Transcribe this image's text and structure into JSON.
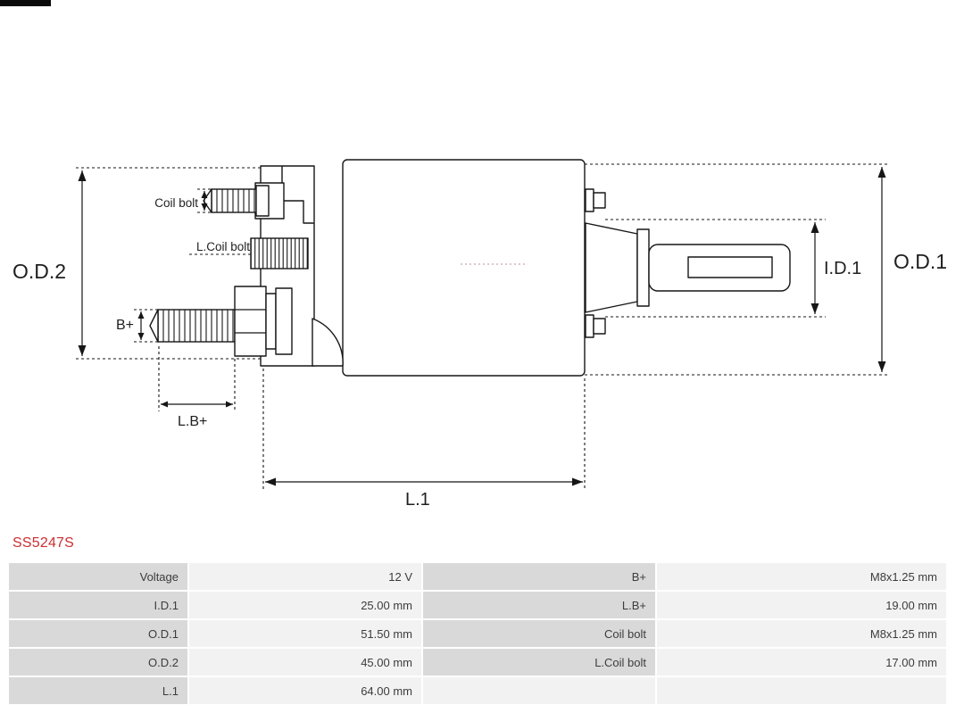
{
  "part": {
    "number": "SS5247S"
  },
  "diagram": {
    "labels": {
      "od2": "O.D.2",
      "od1": "O.D.1",
      "id1": "I.D.1",
      "l1": "L.1",
      "l_b_plus": "L.B+",
      "b_plus": "B+",
      "coil_bolt": "Coil bolt",
      "l_coil_bolt": "L.Coil bolt"
    }
  },
  "specs": {
    "rows": [
      [
        "Voltage",
        "12 V",
        "B+",
        "M8x1.25 mm"
      ],
      [
        "I.D.1",
        "25.00 mm",
        "L.B+",
        "19.00 mm"
      ],
      [
        "O.D.1",
        "51.50 mm",
        "Coil bolt",
        "M8x1.25 mm"
      ],
      [
        "O.D.2",
        "45.00 mm",
        "L.Coil bolt",
        "17.00 mm"
      ],
      [
        "L.1",
        "64.00 mm",
        "",
        ""
      ]
    ]
  },
  "colors": {
    "accent_red": "#cc2e31",
    "line": "#161616",
    "label_cell": "#d9d9d9",
    "value_cell": "#f2f2f2"
  }
}
